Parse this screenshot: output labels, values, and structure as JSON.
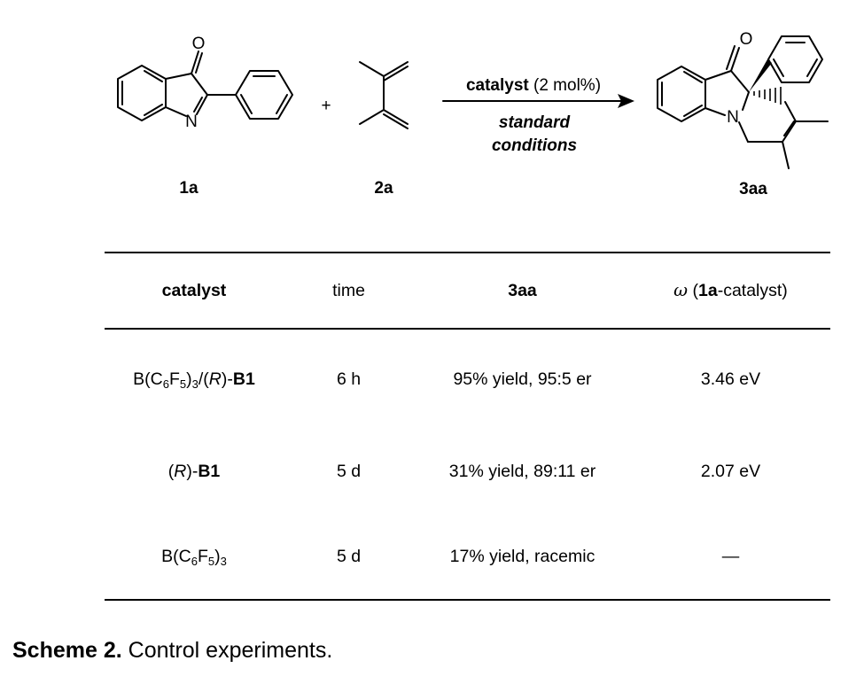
{
  "scheme": {
    "compound_1a": "1a",
    "compound_2a": "2a",
    "product_3aa": "3aa",
    "plus": "+",
    "atom_O": "O",
    "atom_N": "N",
    "arrow_top_bold": "catalyst",
    "arrow_top_rest": " (2 mol%)",
    "arrow_bottom_line1": "standard",
    "arrow_bottom_line2": "conditions"
  },
  "table": {
    "headers": {
      "catalyst": "catalyst",
      "time": "time",
      "product": "3aa",
      "omega_symbol": "ω",
      "omega_open": " (",
      "omega_bold": "1a",
      "omega_rest": "-catalyst)"
    },
    "rows": [
      {
        "cat_B": "B(C",
        "cat_sub1": "6",
        "cat_F": "F",
        "cat_sub2": "5",
        "cat_close": ")",
        "cat_sub3": "3",
        "cat_slash": "/(",
        "cat_R": "R",
        "cat_dash": ")-",
        "cat_bold": "B1",
        "time": "6 h",
        "result": "95% yield, 95:5 er",
        "omega": "3.46 eV"
      },
      {
        "cat_open": "(",
        "cat_R": "R",
        "cat_dash": ")-",
        "cat_bold": "B1",
        "time": "5 d",
        "result": "31% yield, 89:11 er",
        "omega": "2.07 eV"
      },
      {
        "cat_B": "B(C",
        "cat_sub1": "6",
        "cat_F": "F",
        "cat_sub2": "5",
        "cat_close": ")",
        "cat_sub3": "3",
        "time": "5 d",
        "result": "17% yield, racemic",
        "omega": "—"
      }
    ]
  },
  "caption": {
    "bold": "Scheme 2.",
    "text": " Control experiments."
  }
}
